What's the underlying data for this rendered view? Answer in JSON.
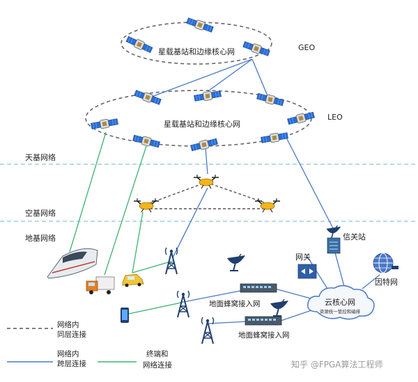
{
  "orbits": {
    "geo": {
      "label": "GEO",
      "ring_text": "星载基站和边缘核心网"
    },
    "leo": {
      "label": "LEO",
      "ring_text": "星载基站和边缘核心网"
    }
  },
  "layers": {
    "space": "天基网络",
    "air": "空基网络",
    "ground": "地基网络"
  },
  "nodes": {
    "gateway_station": "信关站",
    "gateway": "网关",
    "internet": "因特网",
    "cloud_core": "云核心网",
    "cloud_core_sub": "资源统一管控和编排",
    "cellular_access_1": "地面蜂窝接入网",
    "cellular_access_2": "地面蜂窝接入网"
  },
  "legend": {
    "same_layer_line1": "网络内",
    "same_layer_line2": "同层连接",
    "cross_layer_line1": "网络内",
    "cross_layer_line2": "跨层连接",
    "terminal_line1": "终端和",
    "terminal_line2": "网络连接"
  },
  "watermark": "知乎 @FPGA算法工程师",
  "colors": {
    "dashed_link": "#666666",
    "cross_layer_link": "#4a78c8",
    "terminal_link": "#3cb371",
    "layer_divider": "#8cc8d0",
    "satellite_panel": "#2a6fd6",
    "drone": "#f2b51c",
    "tower": "#1f3f6e"
  }
}
